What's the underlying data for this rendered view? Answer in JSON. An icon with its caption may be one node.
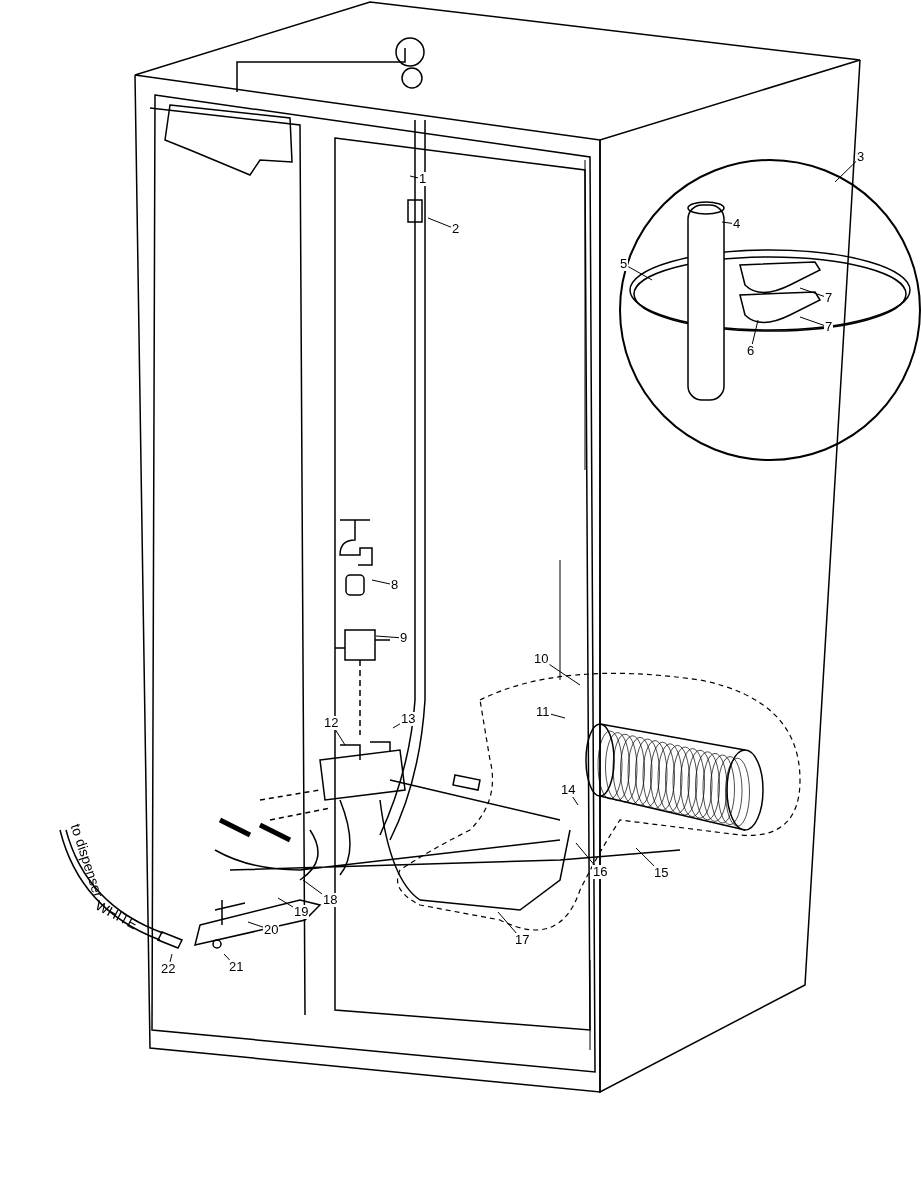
{
  "diagram": {
    "nodes": [
      {
        "text": [
          "1"
        ]
      },
      {
        "text": [
          "2"
        ]
      },
      {
        "text": [
          "3"
        ]
      },
      {
        "text": [
          "4"
        ]
      },
      {
        "text": [
          "5"
        ]
      },
      {
        "text": [
          "6"
        ]
      },
      {
        "text": [
          "7"
        ]
      },
      {
        "text": [
          "7"
        ]
      },
      {
        "text": [
          "8"
        ]
      },
      {
        "text": [
          "9"
        ]
      },
      {
        "text": [
          "10"
        ]
      },
      {
        "text": [
          "11"
        ]
      },
      {
        "text": [
          "12"
        ]
      },
      {
        "text": [
          "13"
        ]
      },
      {
        "text": [
          "14"
        ]
      },
      {
        "text": [
          "15"
        ]
      },
      {
        "text": [
          "16"
        ]
      },
      {
        "text": [
          "17"
        ]
      },
      {
        "text": [
          "18"
        ]
      },
      {
        "text": [
          "19"
        ]
      },
      {
        "text": [
          "20"
        ]
      },
      {
        "text": [
          "21"
        ]
      },
      {
        "text": [
          "22"
        ]
      }
    ],
    "edges": [
      {
        "from": 0,
        "to": null,
        "arrow": "none"
      },
      {
        "from": 1,
        "to": null,
        "arrow": "none"
      },
      {
        "from": 2,
        "to": null,
        "arrow": "none"
      },
      {
        "from": 3,
        "to": null,
        "arrow": "none"
      },
      {
        "from": 4,
        "to": null,
        "arrow": "none"
      },
      {
        "from": 5,
        "to": null,
        "arrow": "none"
      },
      {
        "from": 6,
        "to": null,
        "arrow": "none"
      },
      {
        "from": 7,
        "to": null,
        "arrow": "none"
      },
      {
        "from": 8,
        "to": null,
        "arrow": "none"
      },
      {
        "from": 9,
        "to": null,
        "arrow": "none"
      },
      {
        "from": 10,
        "to": null,
        "arrow": "none"
      },
      {
        "from": 11,
        "to": null,
        "arrow": "none"
      },
      {
        "from": 12,
        "to": null,
        "arrow": "none"
      },
      {
        "from": 13,
        "to": null,
        "arrow": "none"
      },
      {
        "from": 14,
        "to": null,
        "arrow": "none"
      },
      {
        "from": 15,
        "to": null,
        "arrow": "none"
      },
      {
        "from": 16,
        "to": null,
        "arrow": "none"
      },
      {
        "from": 17,
        "to": null,
        "arrow": "none"
      },
      {
        "from": 18,
        "to": null,
        "arrow": "none"
      },
      {
        "from": 19,
        "to": null,
        "arrow": "none"
      },
      {
        "from": 20,
        "to": null,
        "arrow": "none"
      },
      {
        "from": 21,
        "to": null,
        "arrow": "none"
      },
      {
        "from": 22,
        "to": null,
        "arrow": "none"
      }
    ],
    "labels": [
      "to dispenser",
      "WHITE"
    ]
  }
}
